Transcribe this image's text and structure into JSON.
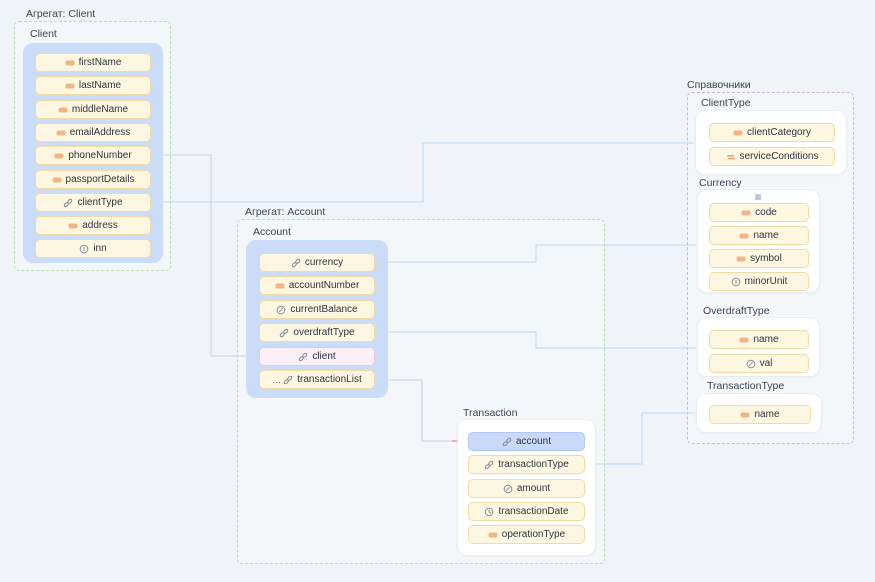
{
  "colors": {
    "canvas_bg": "#f0f4f8",
    "entity_fill": "#cbdcf8",
    "field_fill": "#fdf7e2",
    "field_border": "#f1d9a3",
    "client_ref_field_fill": "#fdeff8",
    "account_ref_field_fill": "#c9d9f8",
    "aggregate_border": "#b7dcb0",
    "reference_group_border": "#c9b3e8",
    "connector_blue": "#bcd6f0",
    "connector_gray": "#cdd2d9",
    "arrow_red": "#ef8899",
    "string_icon_orange": "#f0b585"
  },
  "aggregates": {
    "client": {
      "label": "Агрегат: Client"
    },
    "account": {
      "label": "Агрегат: Account"
    }
  },
  "reference_group": {
    "label": "Справочники"
  },
  "entities": {
    "client": {
      "title": "Client",
      "fields": [
        {
          "name": "firstName",
          "type": "string"
        },
        {
          "name": "lastName",
          "type": "string"
        },
        {
          "name": "middleName",
          "type": "string"
        },
        {
          "name": "emailAddress",
          "type": "string"
        },
        {
          "name": "phoneNumber",
          "type": "string"
        },
        {
          "name": "passportDetails",
          "type": "string"
        },
        {
          "name": "clientType",
          "type": "reference"
        },
        {
          "name": "address",
          "type": "string"
        },
        {
          "name": "inn",
          "type": "integer"
        }
      ]
    },
    "account": {
      "title": "Account",
      "fields": [
        {
          "name": "currency",
          "type": "reference"
        },
        {
          "name": "accountNumber",
          "type": "string"
        },
        {
          "name": "currentBalance",
          "type": "decimal"
        },
        {
          "name": "overdraftType",
          "type": "reference"
        },
        {
          "name": "client",
          "type": "reference",
          "highlight": "pink"
        },
        {
          "name": "transactionList",
          "type": "reference-list"
        }
      ]
    },
    "transaction": {
      "title": "Transaction",
      "fields": [
        {
          "name": "account",
          "type": "reference",
          "highlight": "blue"
        },
        {
          "name": "transactionType",
          "type": "reference"
        },
        {
          "name": "amount",
          "type": "decimal"
        },
        {
          "name": "transactionDate",
          "type": "datetime"
        },
        {
          "name": "operationType",
          "type": "string"
        }
      ]
    },
    "clientType": {
      "title": "ClientType",
      "fields": [
        {
          "name": "clientCategory",
          "type": "string"
        },
        {
          "name": "serviceConditions",
          "type": "map"
        }
      ]
    },
    "currency": {
      "title": "Currency",
      "fields": [
        {
          "name": "code",
          "type": "string"
        },
        {
          "name": "name",
          "type": "string"
        },
        {
          "name": "symbol",
          "type": "string"
        },
        {
          "name": "minorUnit",
          "type": "integer"
        }
      ]
    },
    "overdraftType": {
      "title": "OverdraftType",
      "fields": [
        {
          "name": "name",
          "type": "string"
        },
        {
          "name": "val",
          "type": "decimal"
        }
      ]
    },
    "transactionType": {
      "title": "TransactionType",
      "fields": [
        {
          "name": "name",
          "type": "string"
        }
      ]
    }
  }
}
